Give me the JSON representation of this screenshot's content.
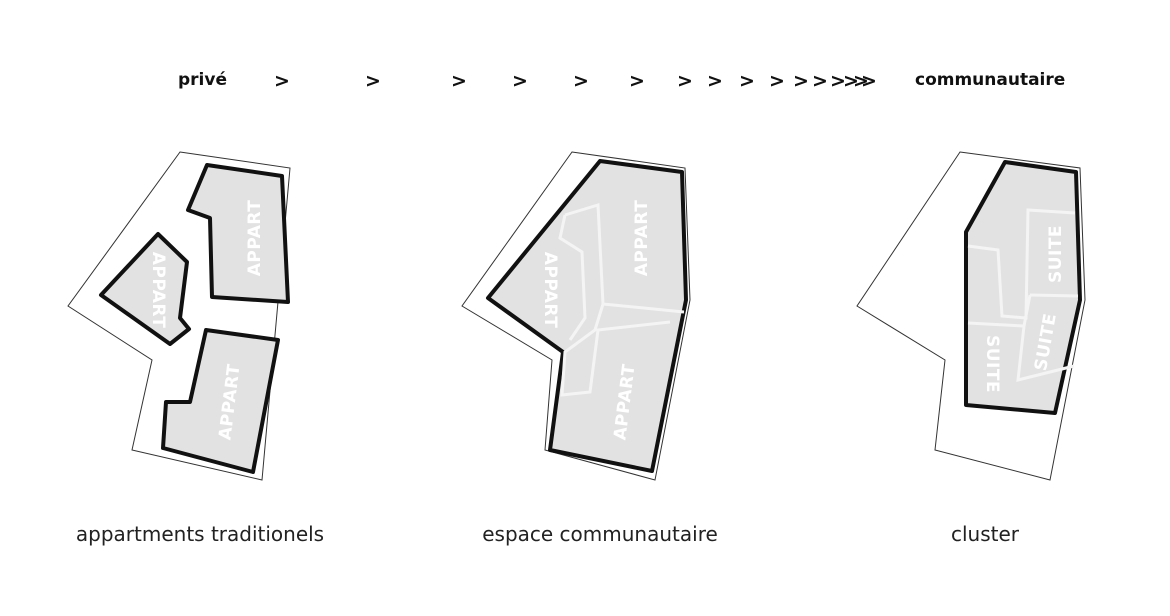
{
  "scale": {
    "left_label": "privé",
    "right_label": "communautaire",
    "chevrons": [
      ">",
      ">",
      ">",
      ">",
      ">",
      ">",
      ">",
      ">",
      ">",
      ">",
      ">",
      ">",
      ">",
      ">",
      ">",
      ">"
    ]
  },
  "plans": [
    {
      "caption": "appartments traditionels",
      "units": [
        "APPART",
        "APPART",
        "APPART"
      ]
    },
    {
      "caption": "espace communautaire",
      "units": [
        "APPART",
        "APPART",
        "APPART"
      ]
    },
    {
      "caption": "cluster",
      "units": [
        "SUITE",
        "SUITE",
        "SUITE"
      ]
    }
  ],
  "colors": {
    "fill": "#e2e2e2",
    "outline": "#111111",
    "inner_line": "#ffffff"
  }
}
